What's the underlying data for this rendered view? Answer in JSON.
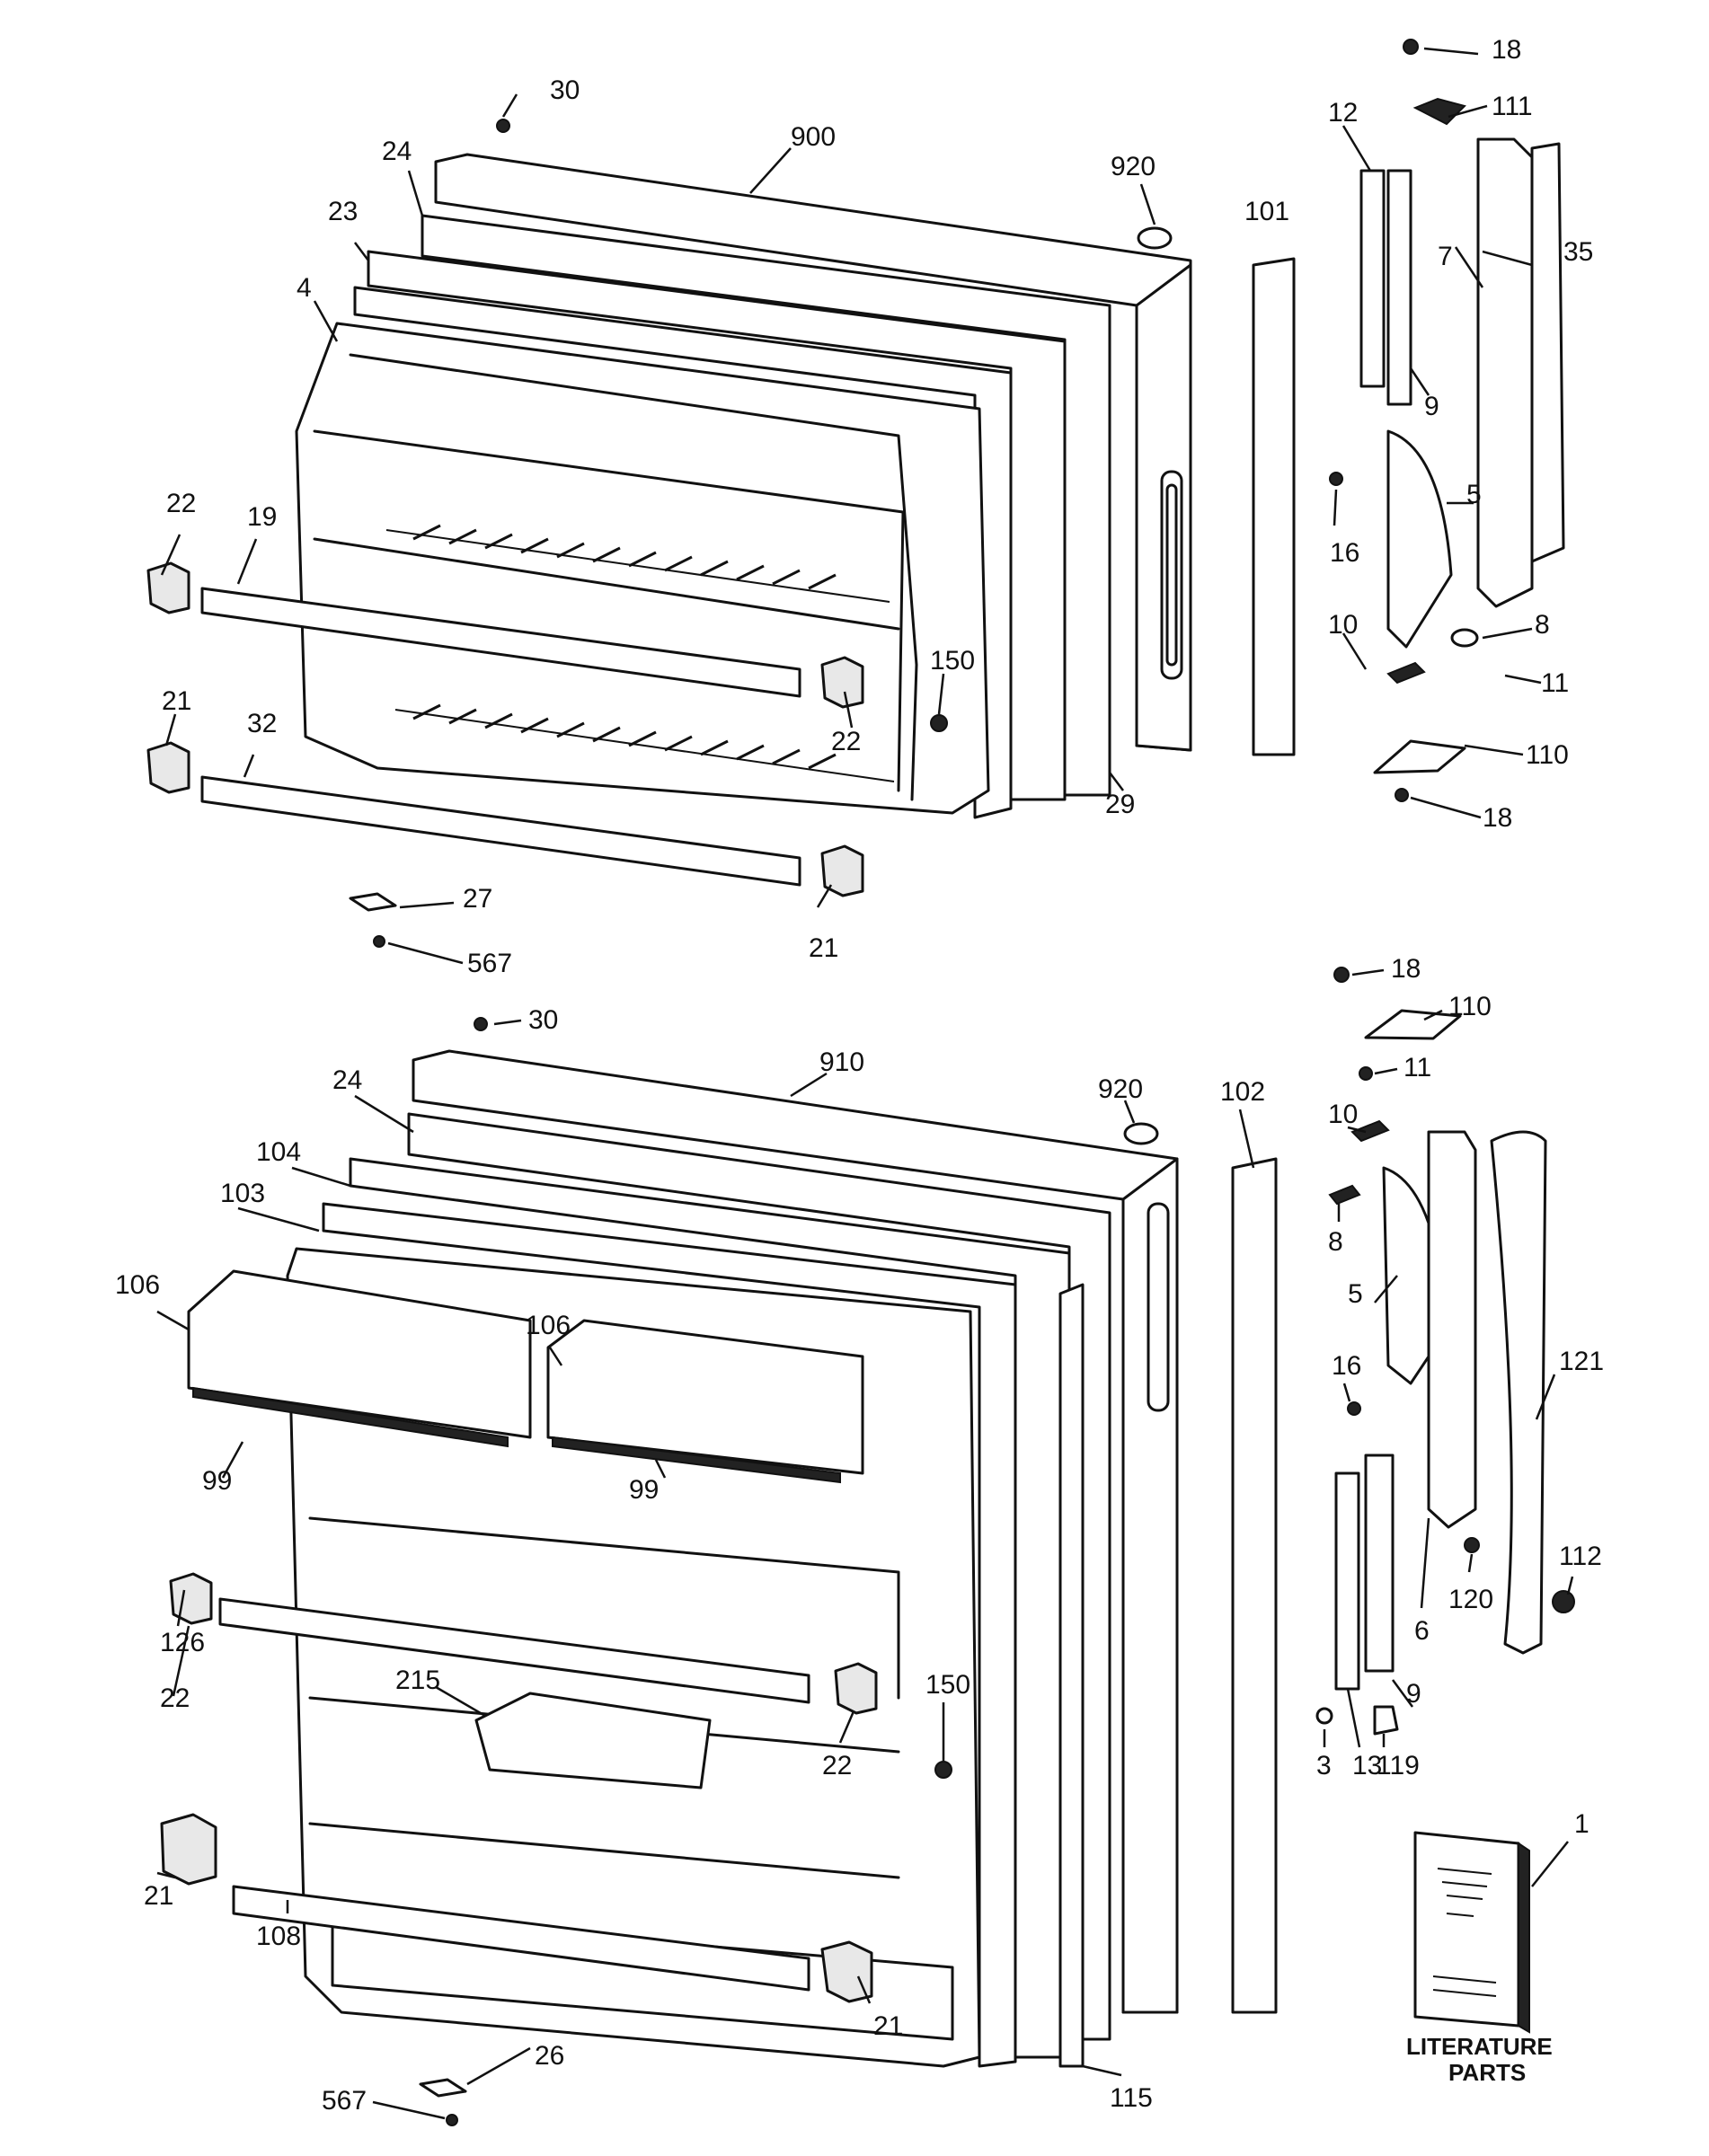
{
  "upper_door": {
    "callouts": [
      "18",
      "111",
      "12",
      "30",
      "900",
      "920",
      "101",
      "35",
      "7",
      "24",
      "23",
      "4",
      "9",
      "22",
      "19",
      "16",
      "5",
      "10",
      "8",
      "11",
      "150",
      "21",
      "32",
      "22",
      "110",
      "29",
      "18",
      "27",
      "21",
      "567"
    ]
  },
  "lower_door": {
    "callouts": [
      "18",
      "30",
      "110",
      "11",
      "910",
      "920",
      "102",
      "24",
      "10",
      "104",
      "8",
      "103",
      "106",
      "5",
      "106",
      "16",
      "99",
      "121",
      "99",
      "22",
      "126",
      "150",
      "112",
      "120",
      "6",
      "215",
      "22",
      "9",
      "3",
      "13",
      "119",
      "21",
      "108",
      "21",
      "115",
      "567",
      "26",
      "1"
    ]
  },
  "literature": {
    "line1": "LITERATURE",
    "line2": "PARTS"
  }
}
